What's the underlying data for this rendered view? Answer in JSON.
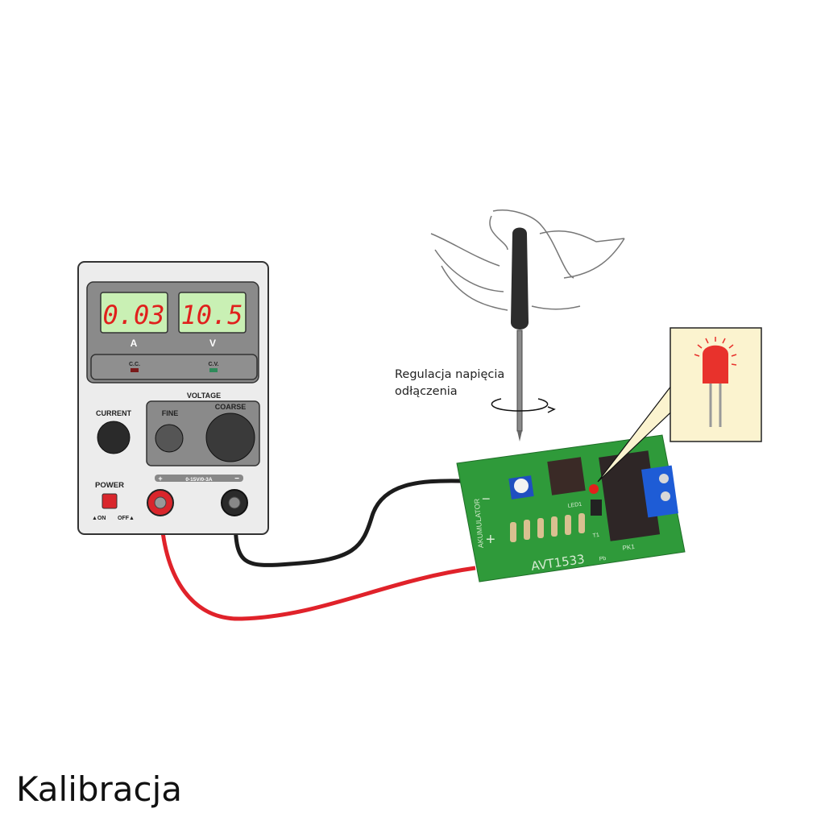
{
  "title": "Kalibracja",
  "annotation": {
    "line1": "Regulacja napięcia",
    "line2": "odłączenia"
  },
  "power_supply": {
    "current_display": "0.03",
    "voltage_display": "10.5",
    "current_unit": "A",
    "voltage_unit": "V",
    "cc_label": "C.C.",
    "cv_label": "C.V.",
    "voltage_label": "VOLTAGE",
    "current_knob_label": "CURRENT",
    "fine_label": "FINE",
    "coarse_label": "COARSE",
    "power_label": "POWER",
    "on_label": "▲ON",
    "off_label": "OFF▲",
    "range_label": "0-15V/0-3A",
    "plus": "+",
    "minus": "−"
  },
  "pcb": {
    "name": "AVT1533",
    "side_label": "AKUMULATOR",
    "led_label": "LED1",
    "transistor_label": "T1",
    "relay_label": "PK1",
    "pb_label": "Pb",
    "plus": "+",
    "minus": "−"
  },
  "colors": {
    "pcb": "#2f9a3a",
    "display_bg": "#c9f0b4",
    "digits": "#e0201c",
    "wire_red": "#e0222a",
    "wire_black": "#1c1c1c"
  }
}
